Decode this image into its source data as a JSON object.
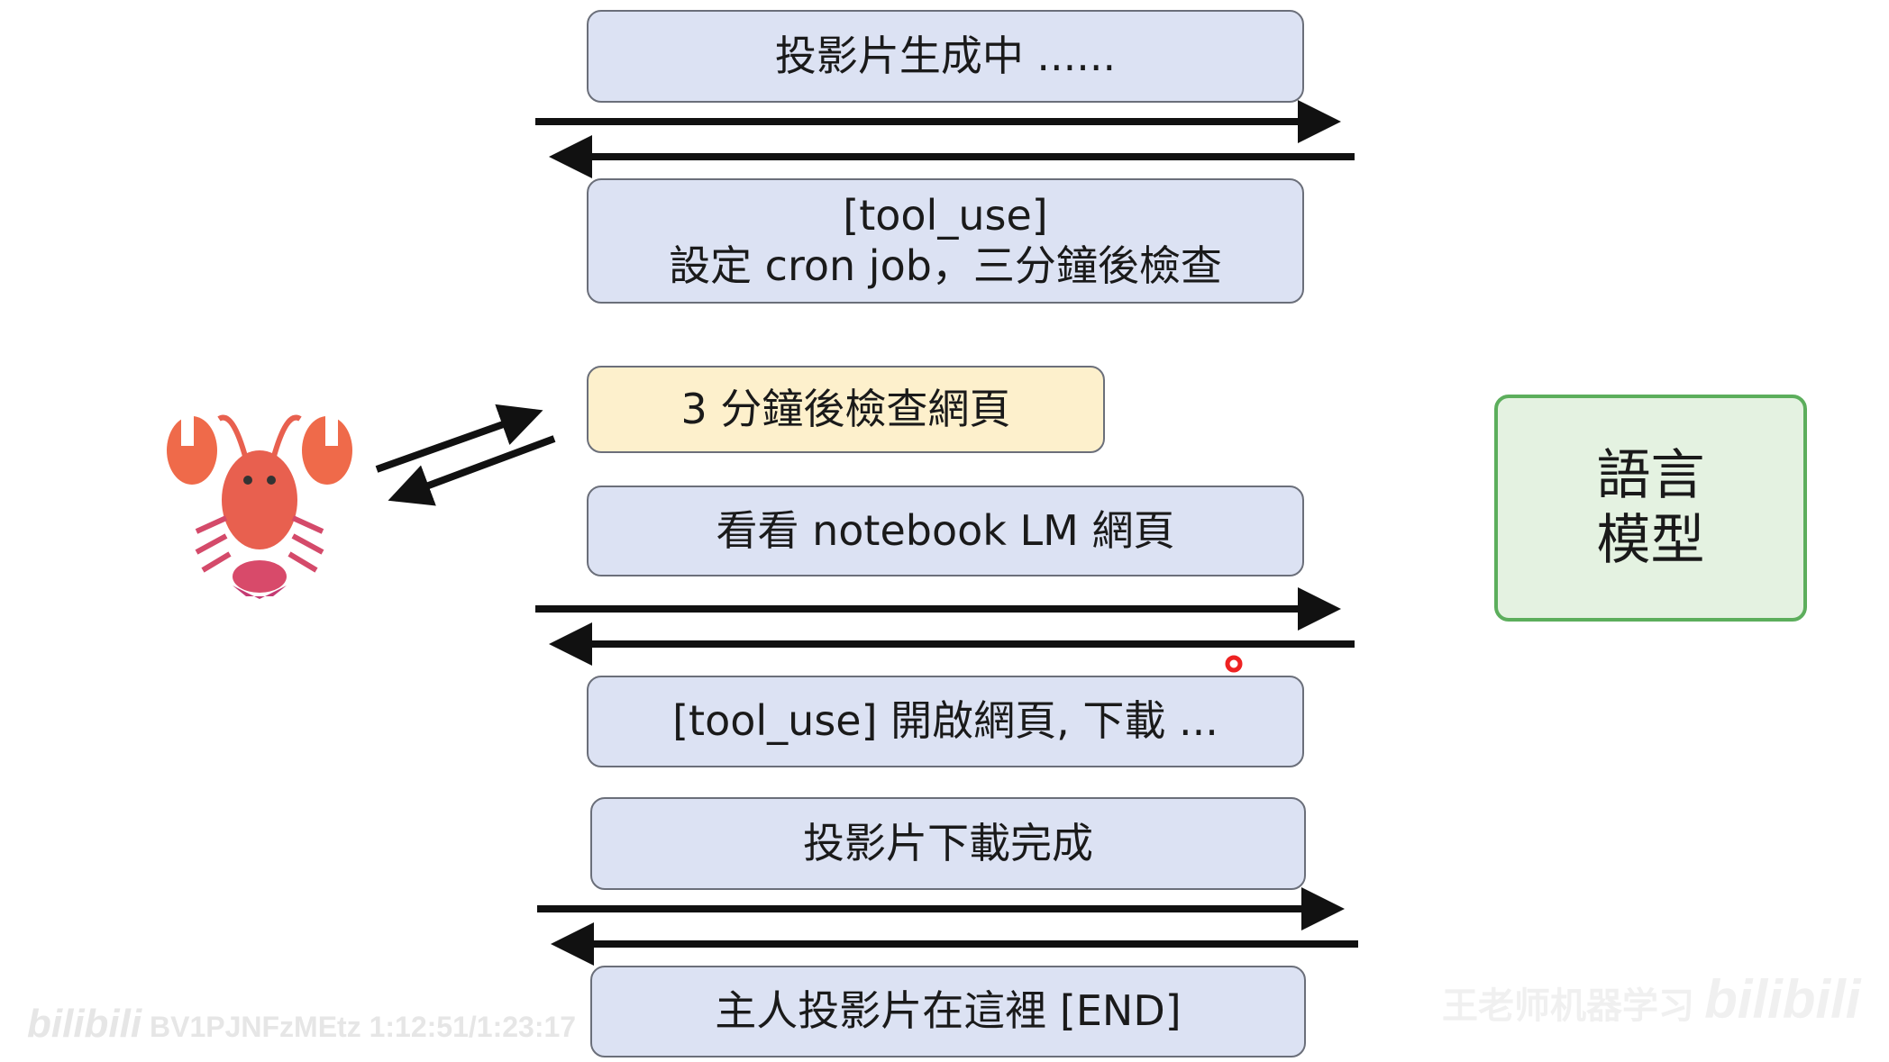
{
  "messages": [
    "投影片生成中 ......",
    "[tool_use]",
    "設定 cron job，三分鐘後檢查",
    "3 分鐘後檢查網頁",
    "看看 notebook LM 網頁",
    "[tool_use] 開啟網頁, 下載 ...",
    "投影片下載完成",
    "主人投影片在這裡 [END]"
  ],
  "model": {
    "line1": "語言",
    "line2": "模型"
  },
  "agent_icon": "lobster-icon",
  "watermark": {
    "logo": "bilibili",
    "video_id": "BV1PJNFzMEtz",
    "time": "1:12:51/1:23:17",
    "channel": "王老师机器学习"
  },
  "colors": {
    "box": "#dce2f3",
    "highlight": "#fdf0cc",
    "model": "#e4f2e1",
    "model_border": "#5cae5c"
  }
}
